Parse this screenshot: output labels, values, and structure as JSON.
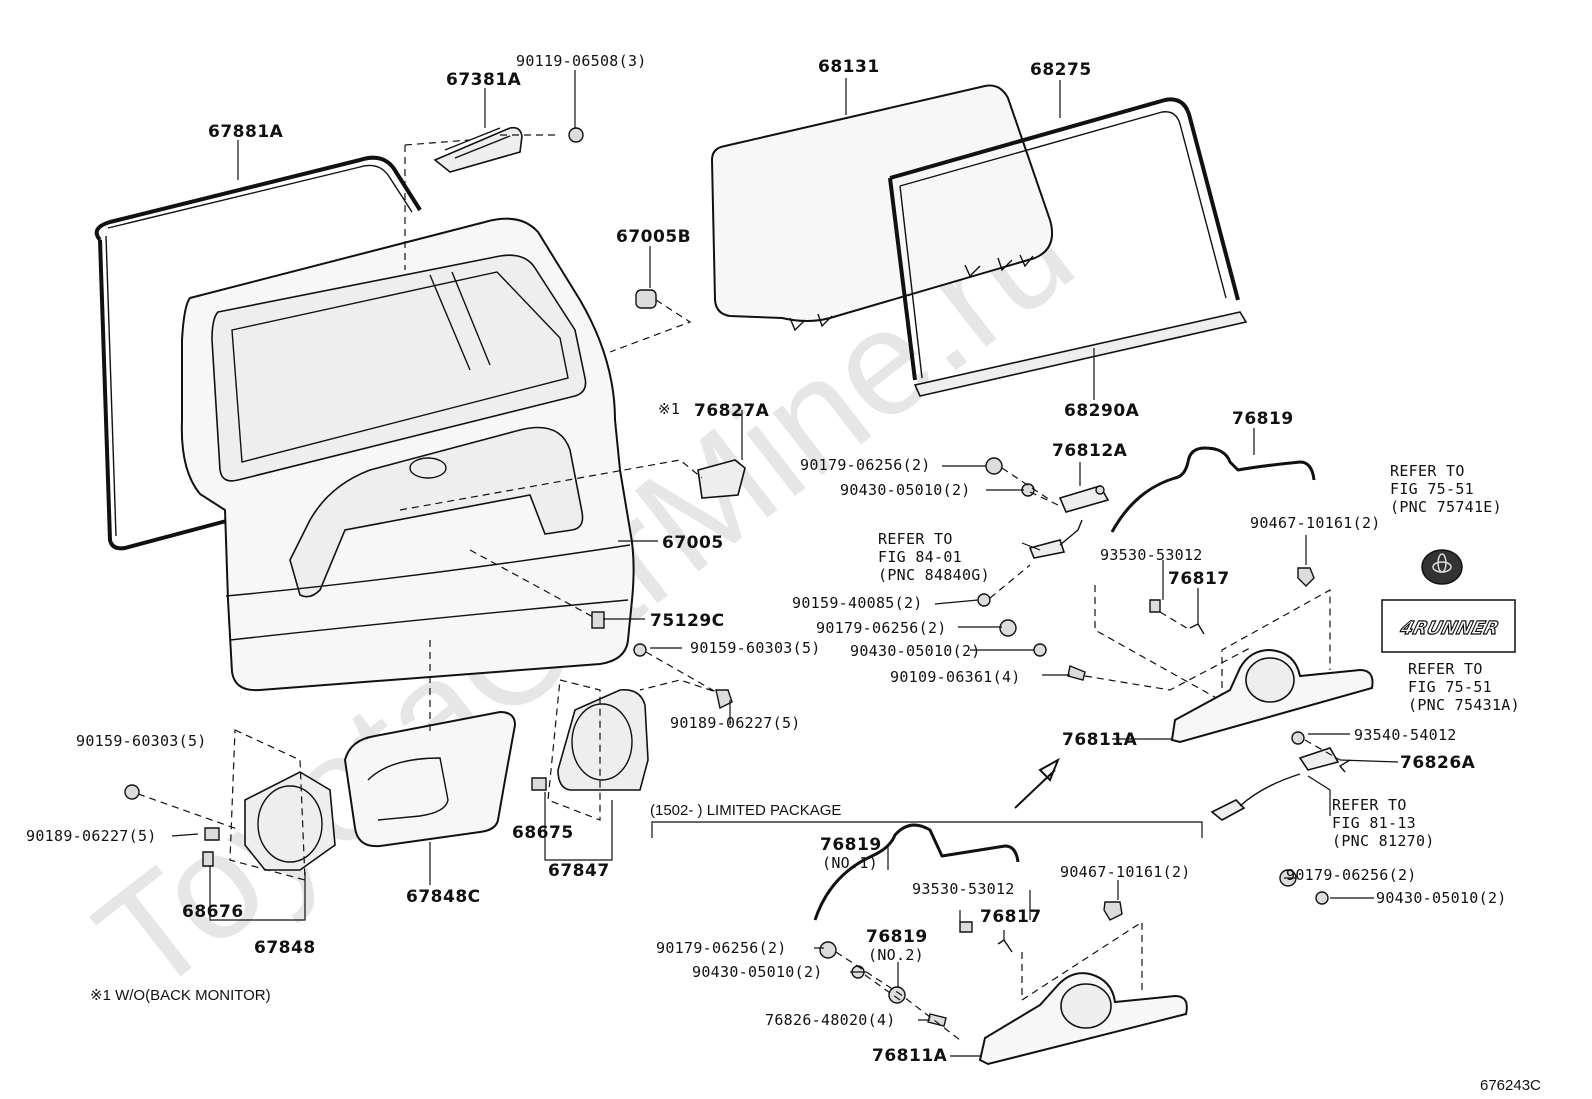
{
  "watermark": "ToyotaCarMine.ru",
  "figure_code": "676243C",
  "footnote": "※1 W/O(BACK MONITOR)",
  "package_note": "(1502-        ) LIMITED PACKAGE",
  "labels": {
    "p67881A": "67881A",
    "p67381A": "67381A",
    "p90119": "90119-06508(3)",
    "p68131": "68131",
    "p68275": "68275",
    "p67005B": "67005B",
    "p68290A": "68290A",
    "p76827A_mark": "※1",
    "p76827A": "76827A",
    "p76819_top": "76819",
    "p76812A": "76812A",
    "p90179_a": "90179-06256(2)",
    "p90430_a": "90430-05010(2)",
    "refer_84_1": "REFER TO",
    "refer_84_2": "FIG 84-01",
    "refer_84_3": "(PNC 84840G)",
    "p67005": "67005",
    "p93530_a": "93530-53012",
    "p76817_a": "76817",
    "p90467_a": "90467-10161(2)",
    "refer_7551a_1": "REFER TO",
    "refer_7551a_2": "FIG 75-51",
    "refer_7551a_3": "(PNC 75741E)",
    "p90159_40085": "90159-40085(2)",
    "p75129C": "75129C",
    "p90179_b": "90179-06256(2)",
    "p90159_60303_a": "90159-60303(5)",
    "p90430_b": "90430-05010(2)",
    "p90109": "90109-06361(4)",
    "refer_7551b_1": "REFER TO",
    "refer_7551b_2": "FIG 75-51",
    "refer_7551b_3": "(PNC 75431A)",
    "p90189_a": "90189-06227(5)",
    "p76811A_a": "76811A",
    "p93540": "93540-54012",
    "p90159_60303_b": "90159-60303(5)",
    "p76826A": "76826A",
    "refer_8113_1": "REFER TO",
    "refer_8113_2": "FIG 81-13",
    "refer_8113_3": "(PNC 81270)",
    "p90189_b": "90189-06227(5)",
    "p68675": "68675",
    "p67847": "67847",
    "p76819_no1": "76819",
    "p76819_no1_sub": "(NO.1)",
    "p90179_c": "90179-06256(2)",
    "p90430_c": "90430-05010(2)",
    "p68676": "68676",
    "p67848": "67848",
    "p67848C": "67848C",
    "p93530_b": "93530-53012",
    "p90467_b": "90467-10161(2)",
    "p76817_b": "76817",
    "p90179_d": "90179-06256(2)",
    "p76819_no2": "76819",
    "p76819_no2_sub": "(NO.2)",
    "p90430_d": "90430-05010(2)",
    "p76826_48020": "76826-48020(4)",
    "p76811A_b": "76811A"
  },
  "emblem_text": "4RUNNER"
}
